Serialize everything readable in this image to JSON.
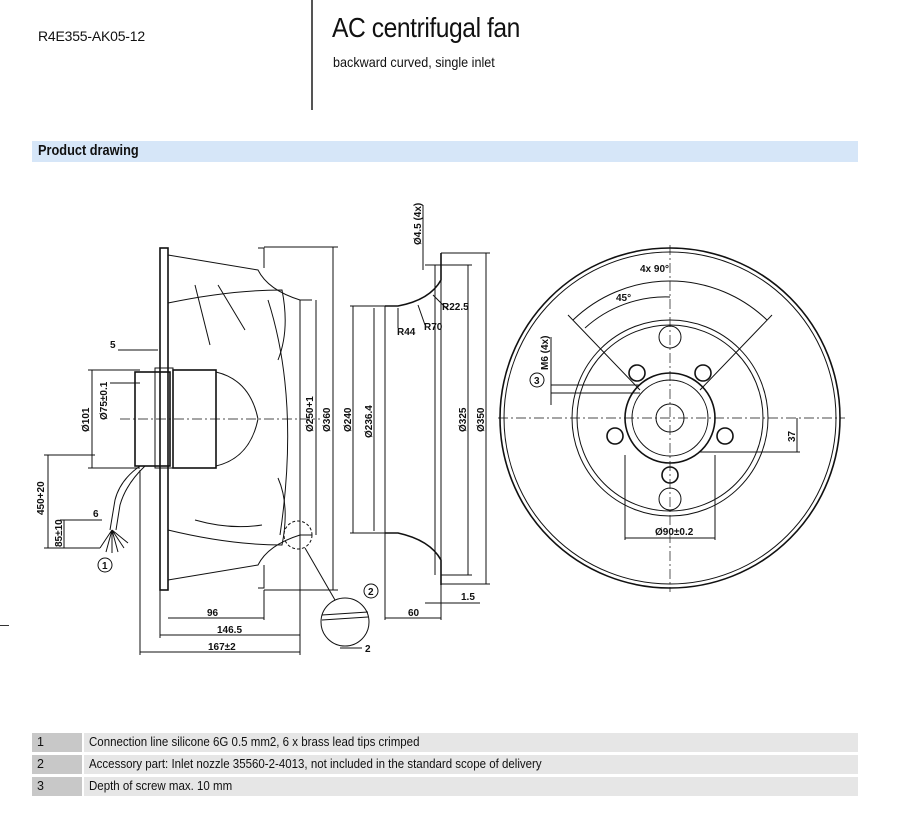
{
  "header": {
    "part_number": "R4E355-AK05-12",
    "title": "AC centrifugal fan",
    "subtitle": "backward curved, single inlet"
  },
  "section": {
    "title": "Product drawing"
  },
  "drawing": {
    "side_view": {
      "d5": "5",
      "d101": "Ø101",
      "d75": "Ø75±0.1",
      "d250": "Ø250+1",
      "d360": "Ø360",
      "d450": "450+20",
      "d85": "85±10",
      "d6": "6",
      "d96": "96",
      "d146": "146.5",
      "d167": "167±2",
      "callout1": "1",
      "callout2": "2",
      "d2": "2"
    },
    "nozzle_view": {
      "d45": "Ø4.5 (4x)",
      "r225": "R22.5",
      "r70": "R70",
      "r44": "R44",
      "d240": "Ø240",
      "d236": "Ø236.4",
      "d325": "Ø325",
      "d350": "Ø350",
      "d60": "60",
      "d15": "1.5"
    },
    "front_view": {
      "a90": "4x 90°",
      "a45": "45°",
      "m6": "M6 (4x)",
      "callout3": "3",
      "d37": "37",
      "d90": "Ø90±0.2"
    }
  },
  "notes": [
    {
      "num": "1",
      "text": "Connection line silicone 6G 0.5 mm2, 6 x brass lead tips crimped"
    },
    {
      "num": "2",
      "text": "Accessory part: Inlet nozzle 35560-2-4013, not included in the standard scope of delivery"
    },
    {
      "num": "3",
      "text": "Depth of screw max. 10 mm"
    }
  ]
}
